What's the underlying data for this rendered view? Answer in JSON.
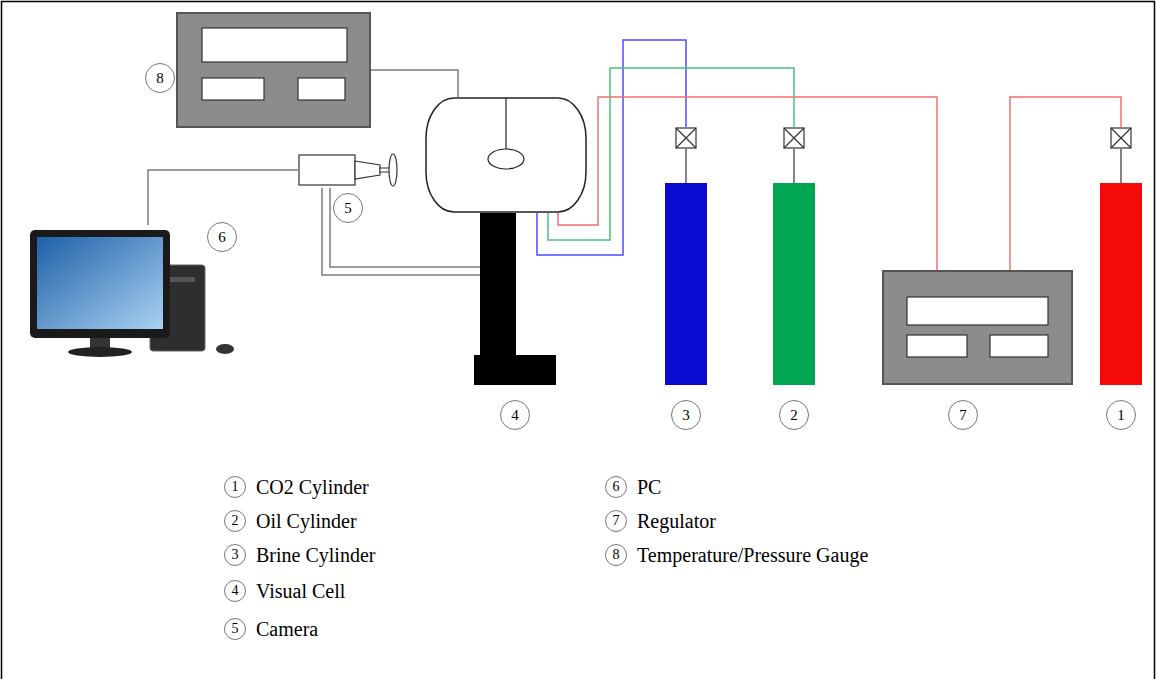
{
  "diagram": {
    "nodes": [
      {
        "text": [
          "8"
        ]
      },
      {
        "text": [
          "6"
        ]
      },
      {
        "text": [
          "5"
        ]
      },
      {
        "text": [
          "4"
        ]
      },
      {
        "text": [
          "3"
        ]
      },
      {
        "text": [
          "2"
        ]
      },
      {
        "text": [
          "7"
        ]
      },
      {
        "text": [
          "1"
        ]
      }
    ],
    "edges": [
      {
        "from": 0,
        "to": 3,
        "arrow": "none"
      },
      {
        "from": 2,
        "to": 1,
        "arrow": "none"
      },
      {
        "from": 4,
        "to": 3,
        "arrow": "none"
      },
      {
        "from": 5,
        "to": 3,
        "arrow": "none"
      },
      {
        "from": 6,
        "to": 3,
        "arrow": "none"
      },
      {
        "from": 7,
        "to": 6,
        "arrow": "none"
      }
    ],
    "labels": [
      "1",
      "2",
      "3",
      "4",
      "5",
      "6",
      "7",
      "8"
    ],
    "legend": [
      {
        "text": "CO2 Cylinder"
      },
      {
        "text": "Oil Cylinder"
      },
      {
        "text": "Brine Cylinder"
      },
      {
        "text": "Visual Cell"
      },
      {
        "text": "Camera"
      },
      {
        "text": "PC"
      },
      {
        "text": "Regulator"
      },
      {
        "text": "Temperature/Pressure Gauge"
      }
    ]
  }
}
